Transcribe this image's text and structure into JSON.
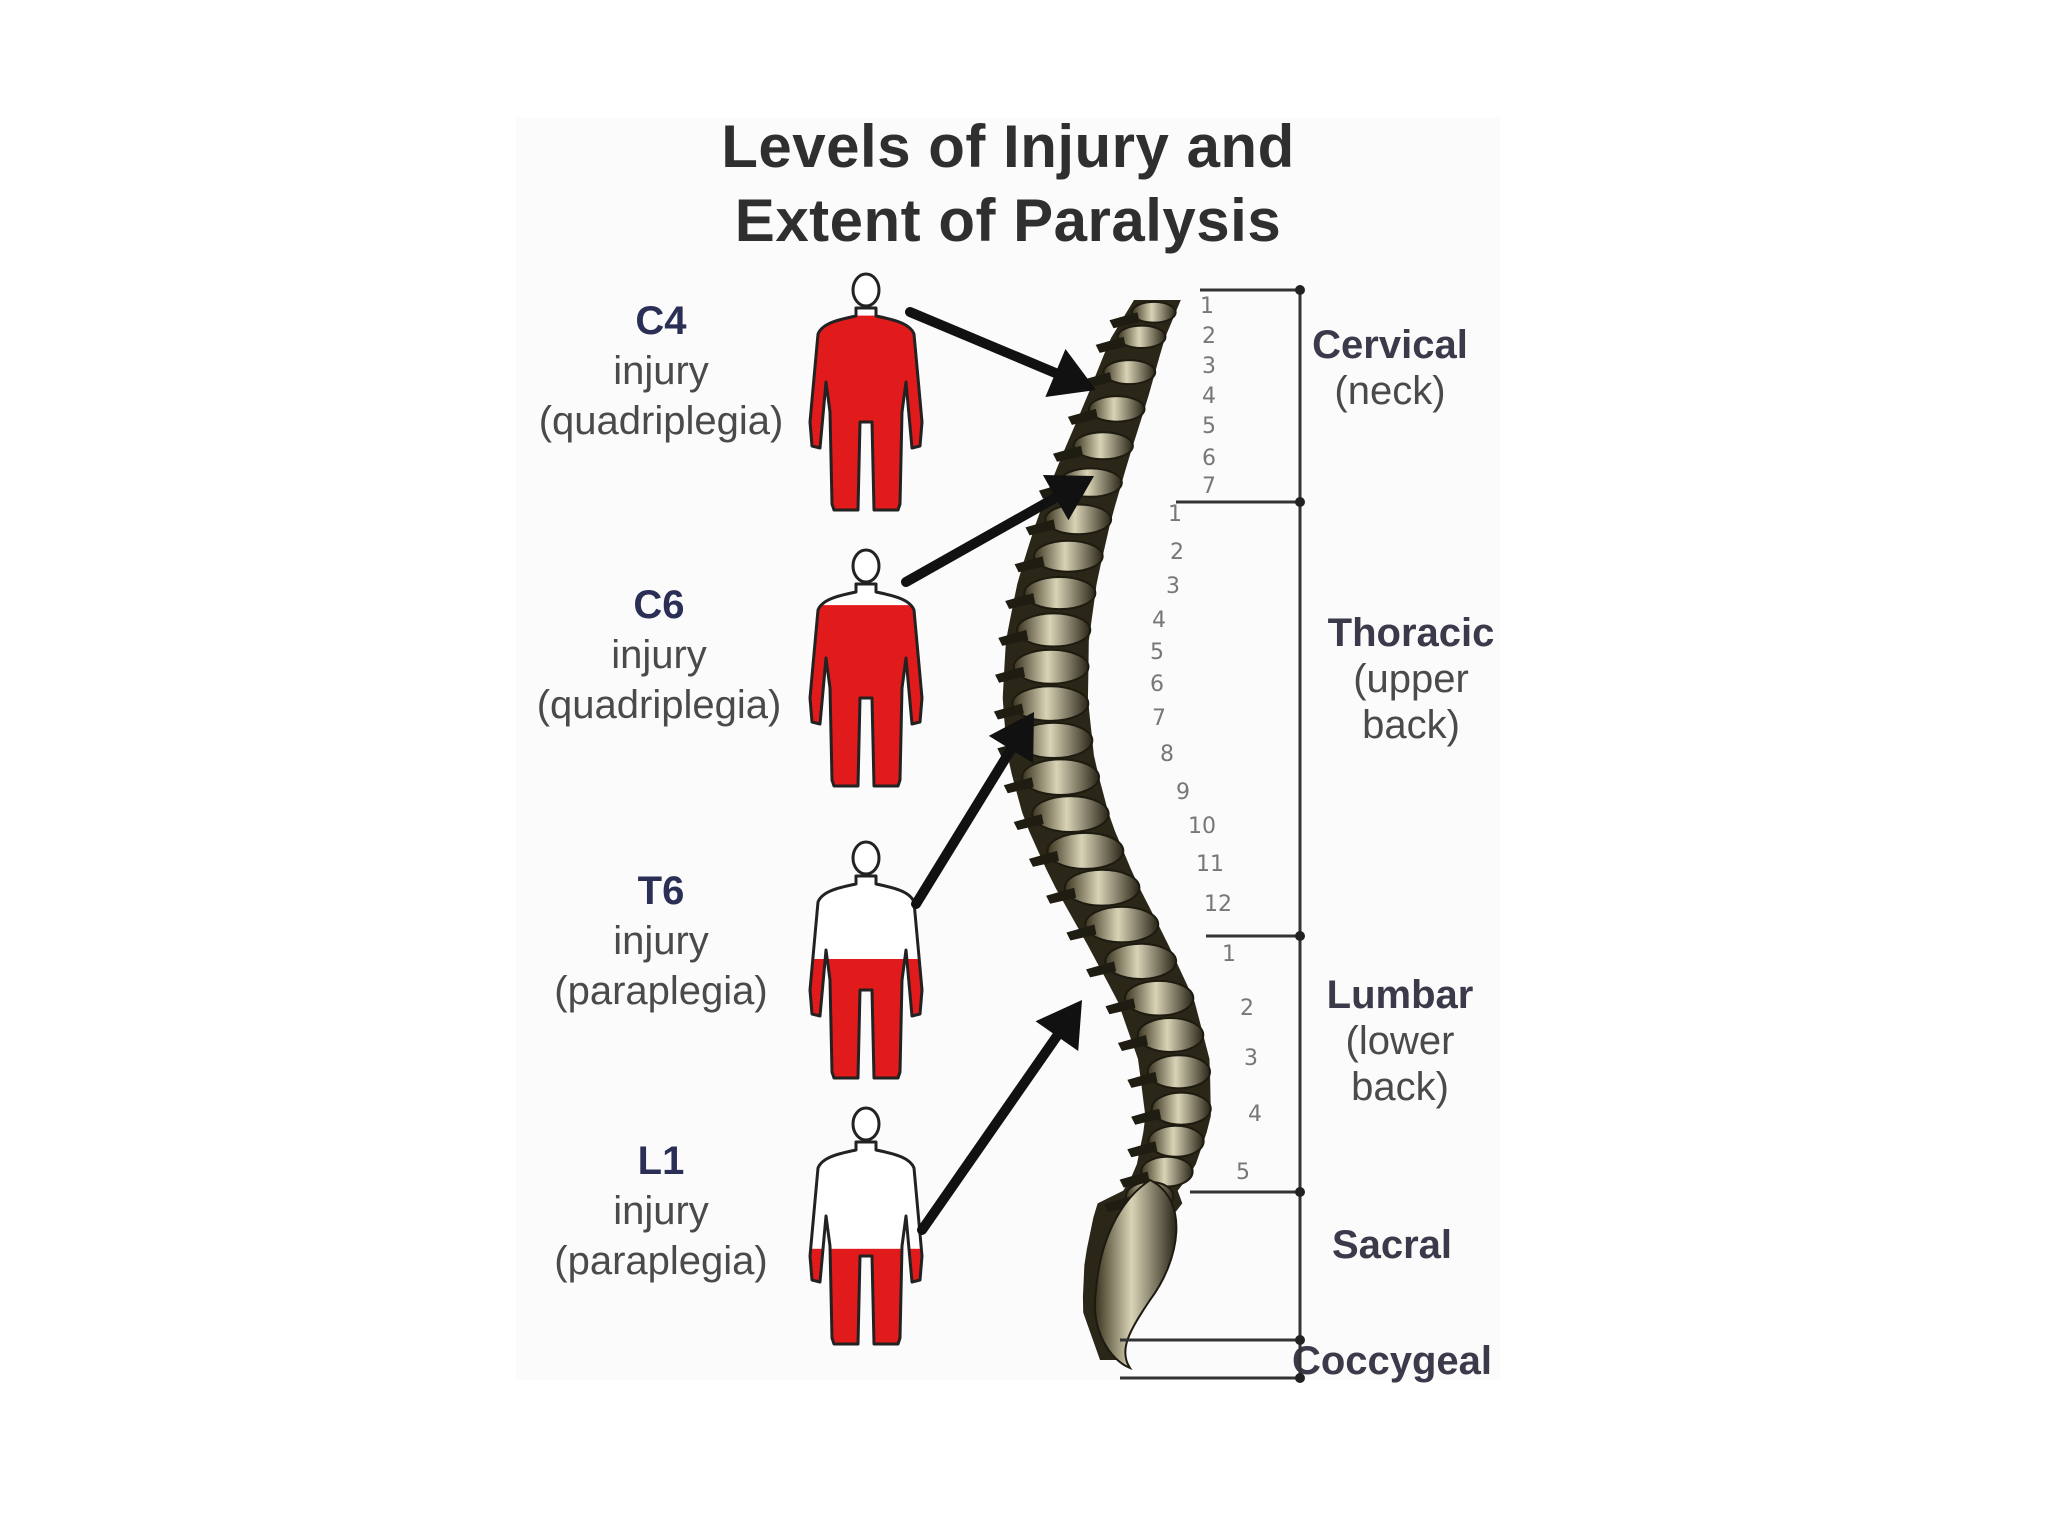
{
  "title": {
    "line1": "Levels of Injury and",
    "line2": "Extent of Paralysis"
  },
  "injuries": [
    {
      "code": "C4",
      "word": "injury",
      "type": "(quadriplegia)",
      "paralysis_from": "neck"
    },
    {
      "code": "C6",
      "word": "injury",
      "type": "(quadriplegia)",
      "paralysis_from": "shoulders"
    },
    {
      "code": "T6",
      "word": "injury",
      "type": "(paraplegia)",
      "paralysis_from": "waist"
    },
    {
      "code": "L1",
      "word": "injury",
      "type": "(paraplegia)",
      "paralysis_from": "hips"
    }
  ],
  "regions": [
    {
      "name": "Cervical",
      "desc1": "(neck)",
      "desc2": ""
    },
    {
      "name": "Thoracic",
      "desc1": "(upper",
      "desc2": "back)"
    },
    {
      "name": "Lumbar",
      "desc1": "(lower",
      "desc2": "back)"
    },
    {
      "name": "Sacral",
      "desc1": "",
      "desc2": ""
    },
    {
      "name": "Coccygeal",
      "desc1": "",
      "desc2": ""
    }
  ],
  "vertebra_numbers": {
    "cervical": [
      "1",
      "2",
      "3",
      "4",
      "5",
      "6",
      "7"
    ],
    "thoracic": [
      "1",
      "2",
      "3",
      "4",
      "5",
      "6",
      "7",
      "8",
      "9",
      "10",
      "11",
      "12"
    ],
    "lumbar": [
      "1",
      "2",
      "3",
      "4",
      "5"
    ]
  },
  "colors": {
    "paralysis": "#e11b1b",
    "arrow": "#111111",
    "outline": "#222222",
    "bone_light": "#d8d2b8",
    "bone_dark": "#2a2618"
  }
}
